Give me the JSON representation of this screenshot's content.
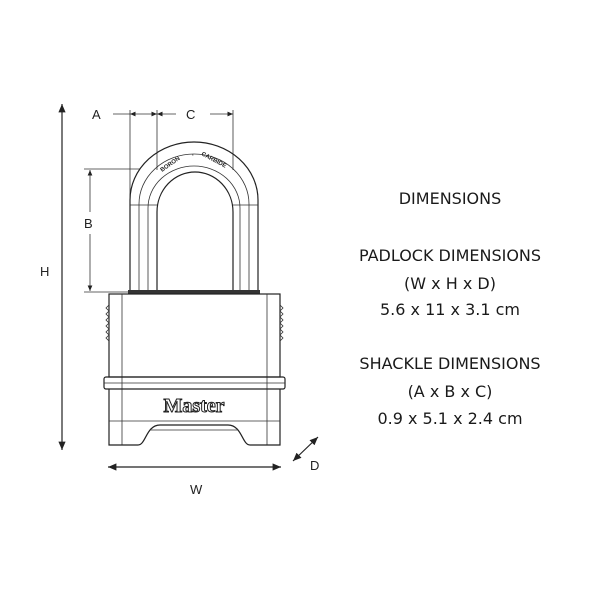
{
  "diagram": {
    "labels": {
      "A": "A",
      "B": "B",
      "C": "C",
      "H": "H",
      "W": "W",
      "D": "D"
    },
    "shackle_text": {
      "left": "BORON",
      "dot": "·",
      "right": "CARBIDE"
    },
    "brand_logo": "Master"
  },
  "specs": {
    "title": "DIMENSIONS",
    "padlock": {
      "heading": "PADLOCK DIMENSIONS",
      "format": "(W x H x D)",
      "value": "5.6 x 11 x 3.1 cm"
    },
    "shackle": {
      "heading": "SHACKLE DIMENSIONS",
      "format": "(A x B x C)",
      "value": "0.9 x 5.1 x 2.4 cm"
    }
  }
}
